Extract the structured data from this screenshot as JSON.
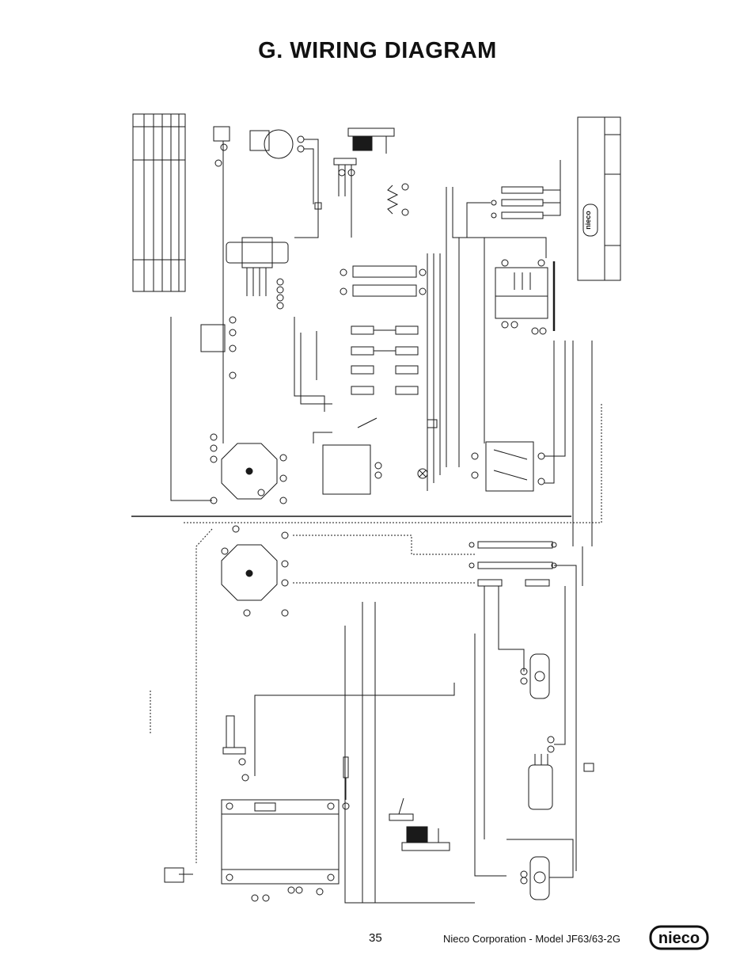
{
  "header": {
    "title": "G. WIRING DIAGRAM"
  },
  "footer": {
    "page_number": "35",
    "caption": "Nieco Corporation - Model JF63/63-2G",
    "logo_text": "nieco"
  },
  "diagram": {
    "panel_logo_text": "nieco",
    "colors": {
      "line": "#1a1a1a",
      "dashed": "#555555"
    }
  }
}
